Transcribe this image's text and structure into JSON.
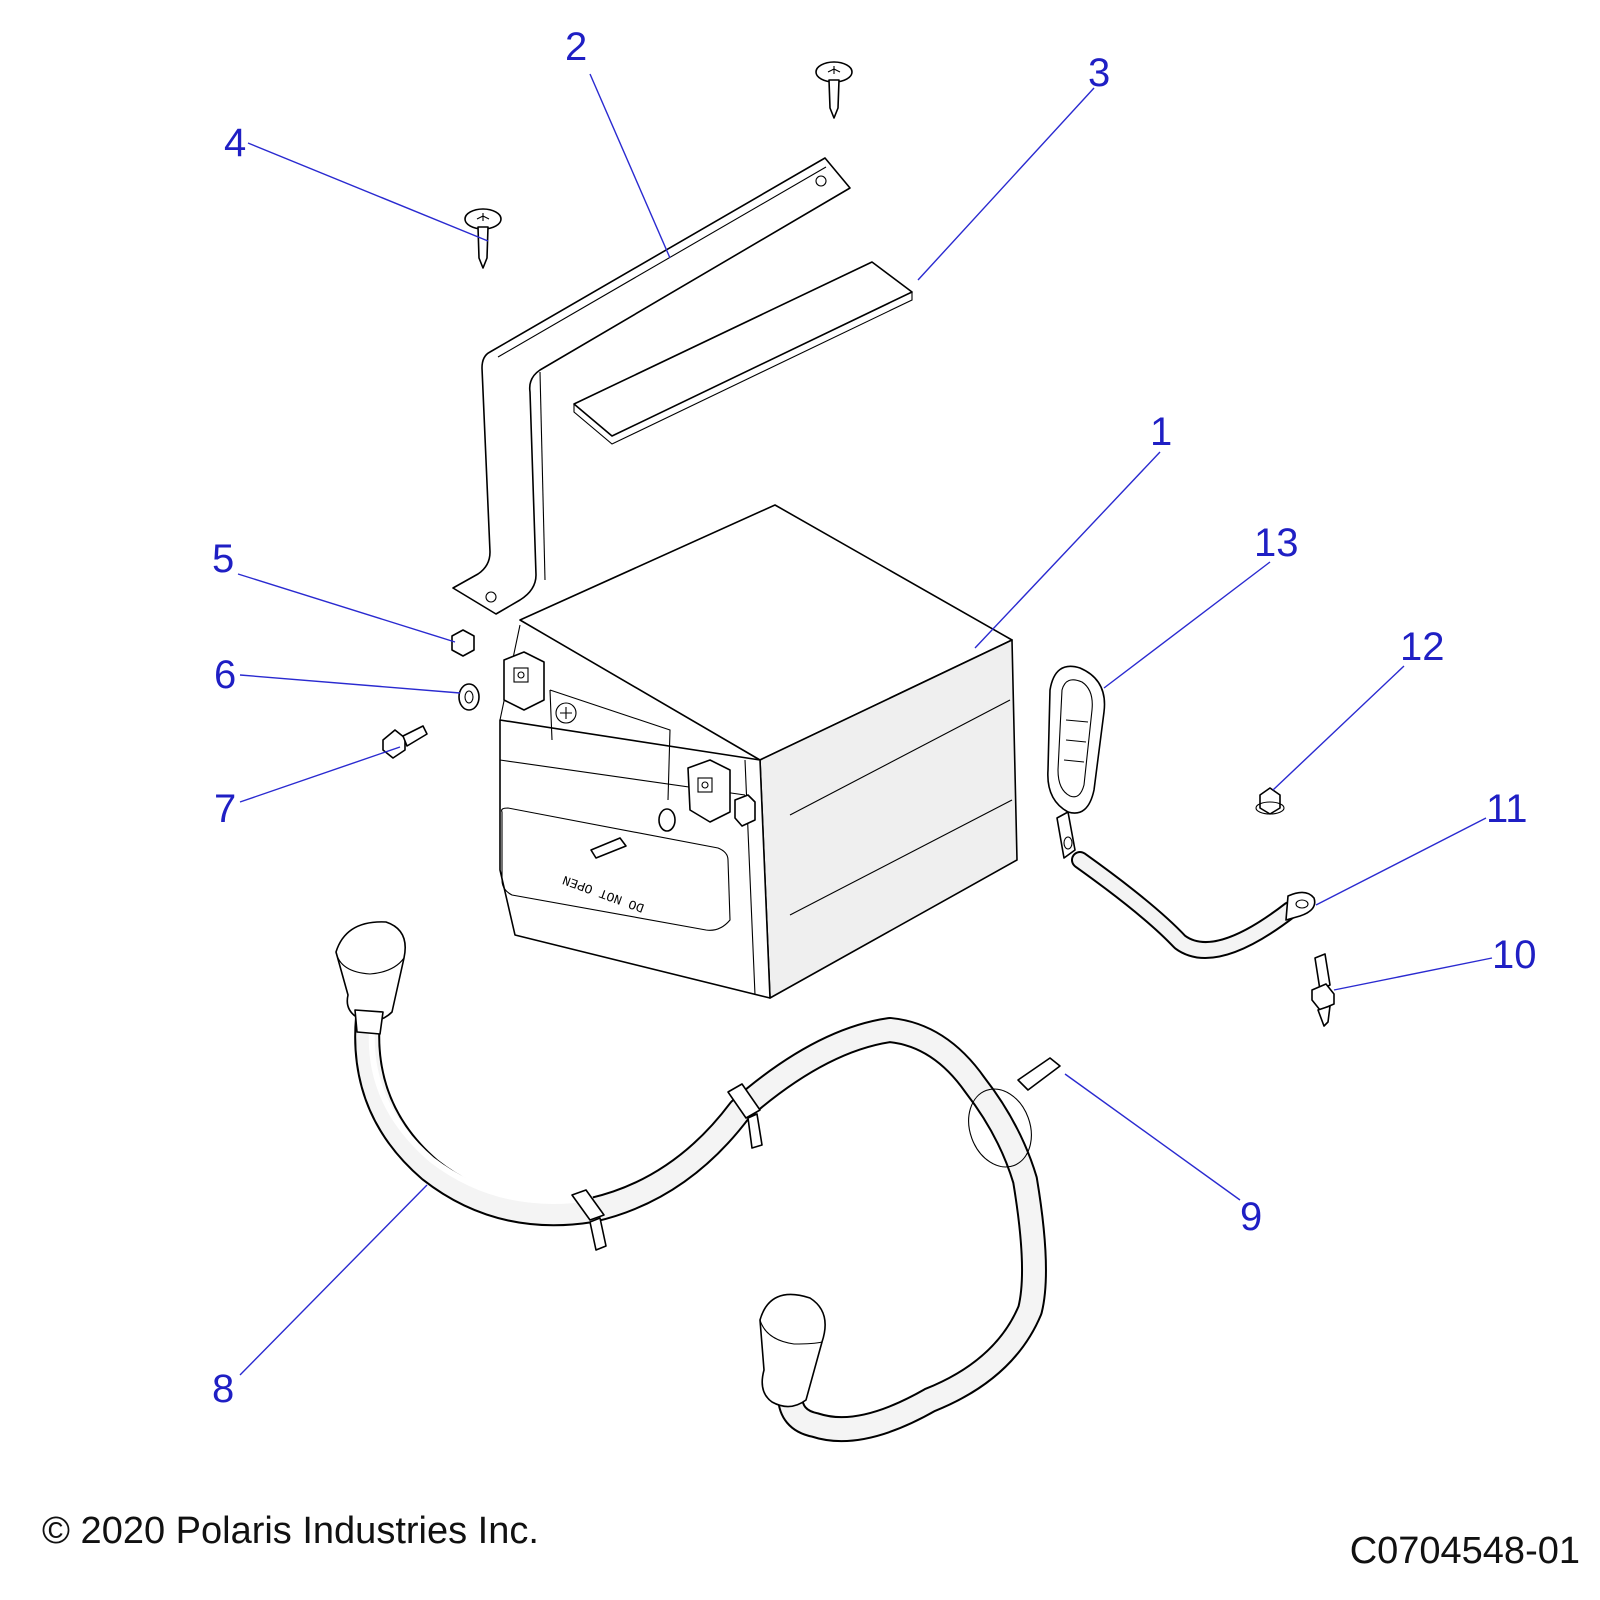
{
  "callouts": [
    {
      "id": "1",
      "label": "1"
    },
    {
      "id": "2",
      "label": "2"
    },
    {
      "id": "3",
      "label": "3"
    },
    {
      "id": "4",
      "label": "4"
    },
    {
      "id": "5",
      "label": "5"
    },
    {
      "id": "6",
      "label": "6"
    },
    {
      "id": "7",
      "label": "7"
    },
    {
      "id": "8",
      "label": "8"
    },
    {
      "id": "9",
      "label": "9"
    },
    {
      "id": "10",
      "label": "10"
    },
    {
      "id": "11",
      "label": "11"
    },
    {
      "id": "12",
      "label": "12"
    },
    {
      "id": "13",
      "label": "13"
    }
  ],
  "battery_label": "DO NOT OPEN",
  "footer": {
    "copyright": "© 2020 Polaris Industries Inc.",
    "drawing_number": "C0704548-01"
  },
  "colors": {
    "callout": "#1f1fc4",
    "line": "#000000",
    "background": "#ffffff"
  }
}
